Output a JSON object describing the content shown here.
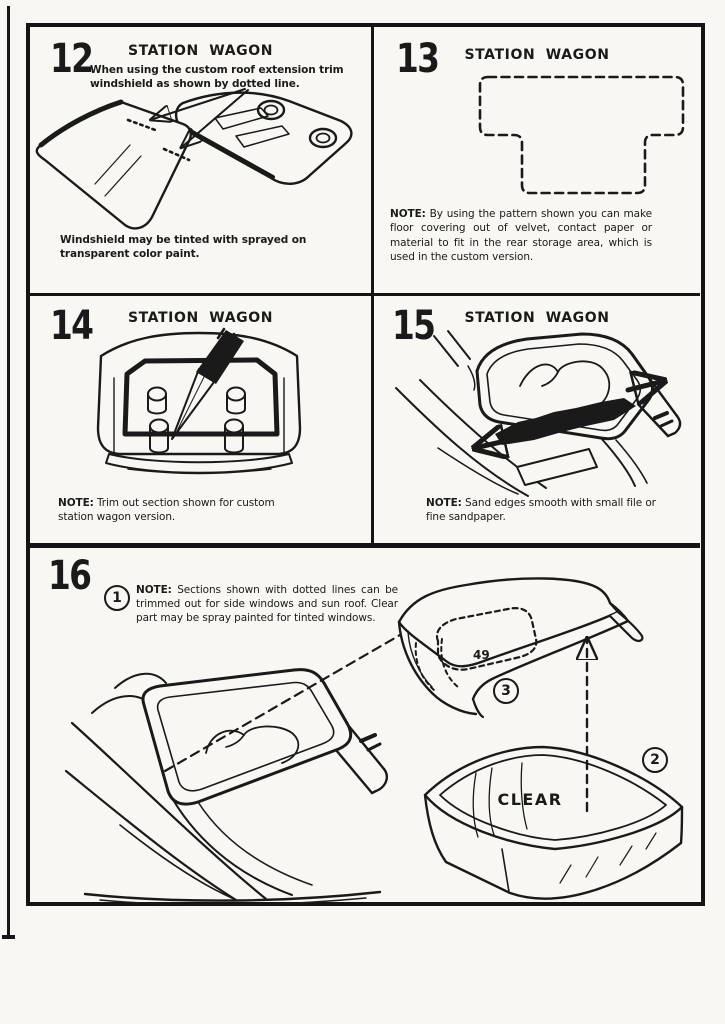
{
  "document": {
    "type": "model-kit-instruction-sheet",
    "ink_color": "#1a1a1a",
    "paper_color": "#f8f7f3"
  },
  "steps": {
    "s12": {
      "number": "12",
      "title": "STATION WAGON",
      "intro": "When using the custom roof extension trim windshield as shown by dotted line.",
      "note": "Windshield may be tinted with sprayed on transparent color paint."
    },
    "s13": {
      "number": "13",
      "title": "STATION WAGON",
      "note_label": "NOTE:",
      "note": "By using the pattern shown you can make floor covering out of velvet, contact paper or material to fit in the rear storage area, which is used in the custom version."
    },
    "s14": {
      "number": "14",
      "title": "STATION WAGON",
      "note_label": "NOTE:",
      "note": "Trim out section shown for custom station wagon version."
    },
    "s15": {
      "number": "15",
      "title": "STATION WAGON",
      "note_label": "NOTE:",
      "note": "Sand edges smooth with small file or fine sandpaper."
    },
    "s16": {
      "number": "16",
      "note_label": "NOTE:",
      "note": "Sections shown with dotted lines can be trimmed out for side windows and sun roof. Clear part may be spray painted for tinted windows.",
      "callout_1": "1",
      "callout_2": "2",
      "callout_3": "3",
      "part_number": "49",
      "clear_label": "CLEAR"
    }
  }
}
